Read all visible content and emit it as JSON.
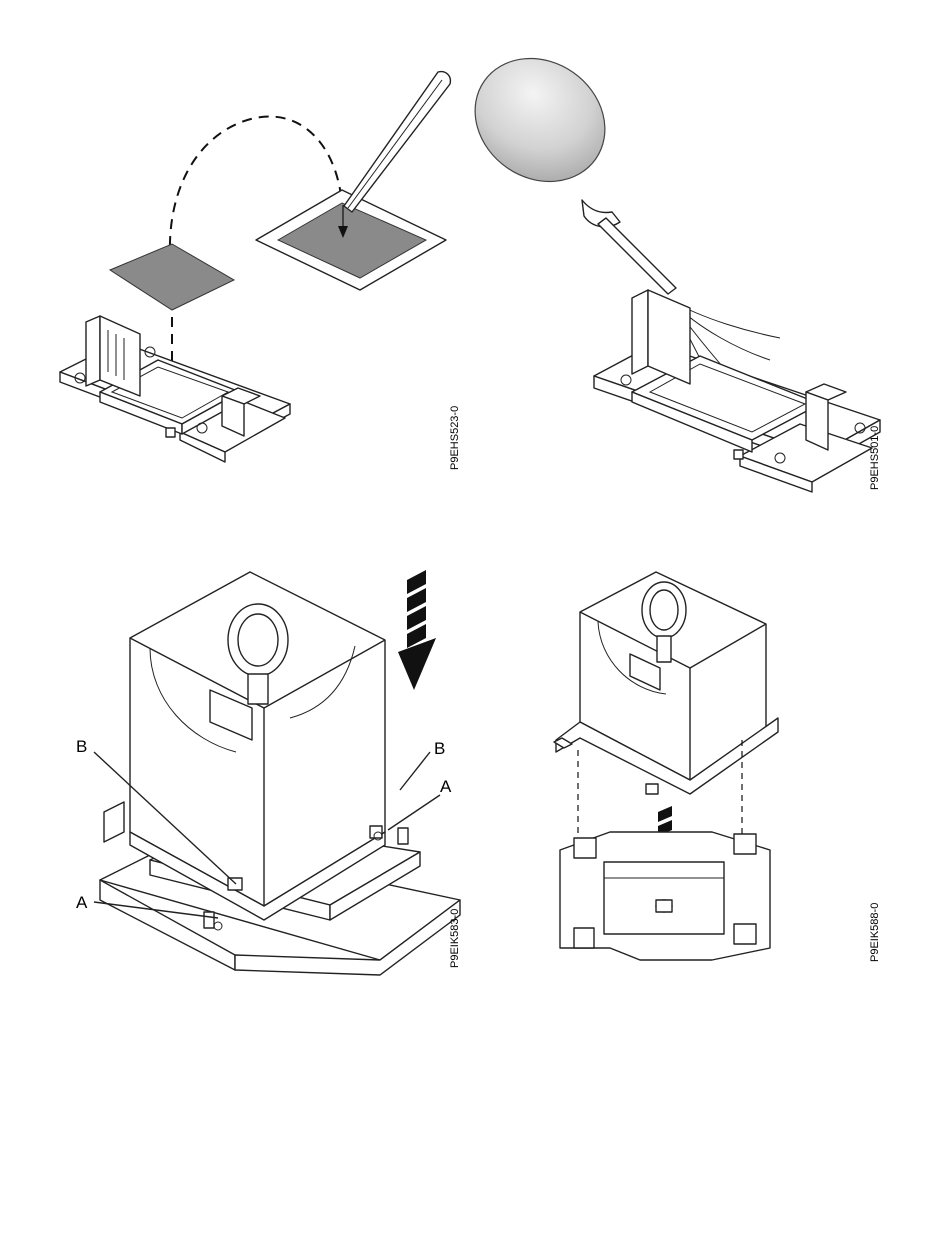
{
  "panels": [
    {
      "id": "tim-placement",
      "figure_id": "P9EHS523-0"
    },
    {
      "id": "air-blower",
      "figure_id": "P9EHS501-0"
    },
    {
      "id": "tool-install",
      "figure_id": "P9EIK583-0",
      "callouts": [
        "B",
        "B",
        "A",
        "A"
      ]
    },
    {
      "id": "tool-align",
      "figure_id": "P9EIK588-0"
    }
  ],
  "colors": {
    "line": "#222222",
    "tim": "#8a8a8a",
    "arrow": "#111111"
  },
  "icons": [
    "tweezers-icon",
    "air-bulb-icon",
    "down-arrow-icon",
    "eye-bolt-icon"
  ]
}
